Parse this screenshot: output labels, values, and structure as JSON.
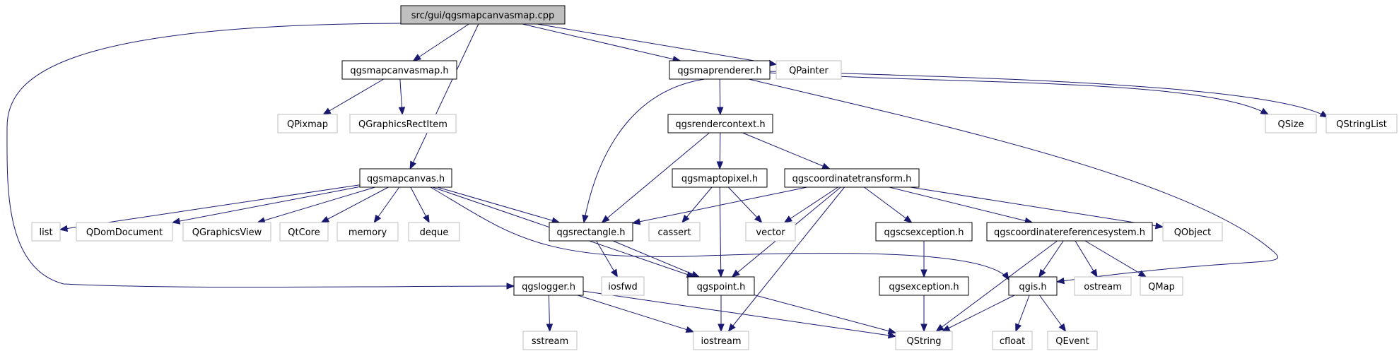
{
  "nodes": [
    {
      "id": "root",
      "label": "src/gui/qgsmapcanvasmap.cpp",
      "kind": "root",
      "icon": "file-node"
    },
    {
      "id": "qgsmapcanvasmap_h",
      "label": "qgsmapcanvasmap.h",
      "kind": "file"
    },
    {
      "id": "qgsmaprenderer_h",
      "label": "qgsmaprenderer.h",
      "kind": "file"
    },
    {
      "id": "QPainter",
      "label": "QPainter",
      "kind": "external"
    },
    {
      "id": "QPixmap",
      "label": "QPixmap",
      "kind": "external"
    },
    {
      "id": "QGraphicsRectItem",
      "label": "QGraphicsRectItem",
      "kind": "external"
    },
    {
      "id": "qgsrendercontext_h",
      "label": "qgsrendercontext.h",
      "kind": "file"
    },
    {
      "id": "QSize",
      "label": "QSize",
      "kind": "external"
    },
    {
      "id": "QStringList",
      "label": "QStringList",
      "kind": "external"
    },
    {
      "id": "qgsmapcanvas_h",
      "label": "qgsmapcanvas.h",
      "kind": "file"
    },
    {
      "id": "qgsmaptopixel_h",
      "label": "qgsmaptopixel.h",
      "kind": "file"
    },
    {
      "id": "qgscoordinatetransform_h",
      "label": "qgscoordinatetransform.h",
      "kind": "file"
    },
    {
      "id": "list",
      "label": "list",
      "kind": "external"
    },
    {
      "id": "QDomDocument",
      "label": "QDomDocument",
      "kind": "external"
    },
    {
      "id": "QGraphicsView",
      "label": "QGraphicsView",
      "kind": "external"
    },
    {
      "id": "QtCore",
      "label": "QtCore",
      "kind": "external"
    },
    {
      "id": "memory",
      "label": "memory",
      "kind": "external"
    },
    {
      "id": "deque",
      "label": "deque",
      "kind": "external"
    },
    {
      "id": "qgsrectangle_h",
      "label": "qgsrectangle.h",
      "kind": "file"
    },
    {
      "id": "cassert",
      "label": "cassert",
      "kind": "external"
    },
    {
      "id": "vector",
      "label": "vector",
      "kind": "external"
    },
    {
      "id": "qgscsexception_h",
      "label": "qgscsexception.h",
      "kind": "file"
    },
    {
      "id": "qgscoordinatereferencesystem_h",
      "label": "qgscoordinatereferencesystem.h",
      "kind": "file"
    },
    {
      "id": "QObject",
      "label": "QObject",
      "kind": "external"
    },
    {
      "id": "qgslogger_h",
      "label": "qgslogger.h",
      "kind": "file"
    },
    {
      "id": "iosfwd",
      "label": "iosfwd",
      "kind": "external"
    },
    {
      "id": "qgspoint_h",
      "label": "qgspoint.h",
      "kind": "file"
    },
    {
      "id": "qgsexception_h",
      "label": "qgsexception.h",
      "kind": "file"
    },
    {
      "id": "qgis_h",
      "label": "qgis.h",
      "kind": "file"
    },
    {
      "id": "ostream",
      "label": "ostream",
      "kind": "external"
    },
    {
      "id": "QMap",
      "label": "QMap",
      "kind": "external"
    },
    {
      "id": "sstream",
      "label": "sstream",
      "kind": "external"
    },
    {
      "id": "iostream",
      "label": "iostream",
      "kind": "external"
    },
    {
      "id": "QString",
      "label": "QString",
      "kind": "external"
    },
    {
      "id": "cfloat",
      "label": "cfloat",
      "kind": "external"
    },
    {
      "id": "QEvent",
      "label": "QEvent",
      "kind": "external"
    }
  ],
  "edges": [
    {
      "from": "root",
      "to": "qgsmapcanvasmap_h"
    },
    {
      "from": "root",
      "to": "qgsmaprenderer_h"
    },
    {
      "from": "root",
      "to": "QPainter"
    },
    {
      "from": "root",
      "to": "qgsmapcanvas_h"
    },
    {
      "from": "root",
      "to": "qgslogger_h"
    },
    {
      "from": "qgsmapcanvasmap_h",
      "to": "QPixmap"
    },
    {
      "from": "qgsmapcanvasmap_h",
      "to": "QGraphicsRectItem"
    },
    {
      "from": "qgsmaprenderer_h",
      "to": "qgsrendercontext_h"
    },
    {
      "from": "qgsmaprenderer_h",
      "to": "QSize"
    },
    {
      "from": "qgsmaprenderer_h",
      "to": "QStringList"
    },
    {
      "from": "qgsmaprenderer_h",
      "to": "qgsrectangle_h"
    },
    {
      "from": "qgsmaprenderer_h",
      "to": "qgis_h"
    },
    {
      "from": "qgsrendercontext_h",
      "to": "qgsmaptopixel_h"
    },
    {
      "from": "qgsrendercontext_h",
      "to": "qgscoordinatetransform_h"
    },
    {
      "from": "qgsrendercontext_h",
      "to": "qgsrectangle_h"
    },
    {
      "from": "qgsmapcanvas_h",
      "to": "list"
    },
    {
      "from": "qgsmapcanvas_h",
      "to": "QDomDocument"
    },
    {
      "from": "qgsmapcanvas_h",
      "to": "QGraphicsView"
    },
    {
      "from": "qgsmapcanvas_h",
      "to": "QtCore"
    },
    {
      "from": "qgsmapcanvas_h",
      "to": "memory"
    },
    {
      "from": "qgsmapcanvas_h",
      "to": "deque"
    },
    {
      "from": "qgsmapcanvas_h",
      "to": "qgsrectangle_h"
    },
    {
      "from": "qgsmapcanvas_h",
      "to": "qgspoint_h"
    },
    {
      "from": "qgsmapcanvas_h",
      "to": "qgis_h"
    },
    {
      "from": "qgsmaptopixel_h",
      "to": "cassert"
    },
    {
      "from": "qgsmaptopixel_h",
      "to": "vector"
    },
    {
      "from": "qgsmaptopixel_h",
      "to": "qgspoint_h"
    },
    {
      "from": "qgscoordinatetransform_h",
      "to": "qgsrectangle_h"
    },
    {
      "from": "qgscoordinatetransform_h",
      "to": "vector"
    },
    {
      "from": "qgscoordinatetransform_h",
      "to": "qgscsexception_h"
    },
    {
      "from": "qgscoordinatetransform_h",
      "to": "qgscoordinatereferencesystem_h"
    },
    {
      "from": "qgscoordinatetransform_h",
      "to": "QObject"
    },
    {
      "from": "qgscoordinatetransform_h",
      "to": "qgspoint_h"
    },
    {
      "from": "qgscoordinatetransform_h",
      "to": "iostream"
    },
    {
      "from": "qgsrectangle_h",
      "to": "iosfwd"
    },
    {
      "from": "qgsrectangle_h",
      "to": "qgspoint_h"
    },
    {
      "from": "qgscsexception_h",
      "to": "qgsexception_h"
    },
    {
      "from": "qgscoordinatereferencesystem_h",
      "to": "qgis_h"
    },
    {
      "from": "qgscoordinatereferencesystem_h",
      "to": "ostream"
    },
    {
      "from": "qgscoordinatereferencesystem_h",
      "to": "QMap"
    },
    {
      "from": "qgscoordinatereferencesystem_h",
      "to": "QString"
    },
    {
      "from": "qgslogger_h",
      "to": "sstream"
    },
    {
      "from": "qgslogger_h",
      "to": "iostream"
    },
    {
      "from": "qgslogger_h",
      "to": "QString"
    },
    {
      "from": "qgspoint_h",
      "to": "iostream"
    },
    {
      "from": "qgspoint_h",
      "to": "QString"
    },
    {
      "from": "qgsexception_h",
      "to": "QString"
    },
    {
      "from": "qgis_h",
      "to": "cfloat"
    },
    {
      "from": "qgis_h",
      "to": "QEvent"
    },
    {
      "from": "qgis_h",
      "to": "QString"
    }
  ],
  "colors": {
    "edge": "#191970",
    "file_border": "#000000",
    "external_border": "#bfbfbf",
    "root_fill": "#bfbfbf"
  }
}
